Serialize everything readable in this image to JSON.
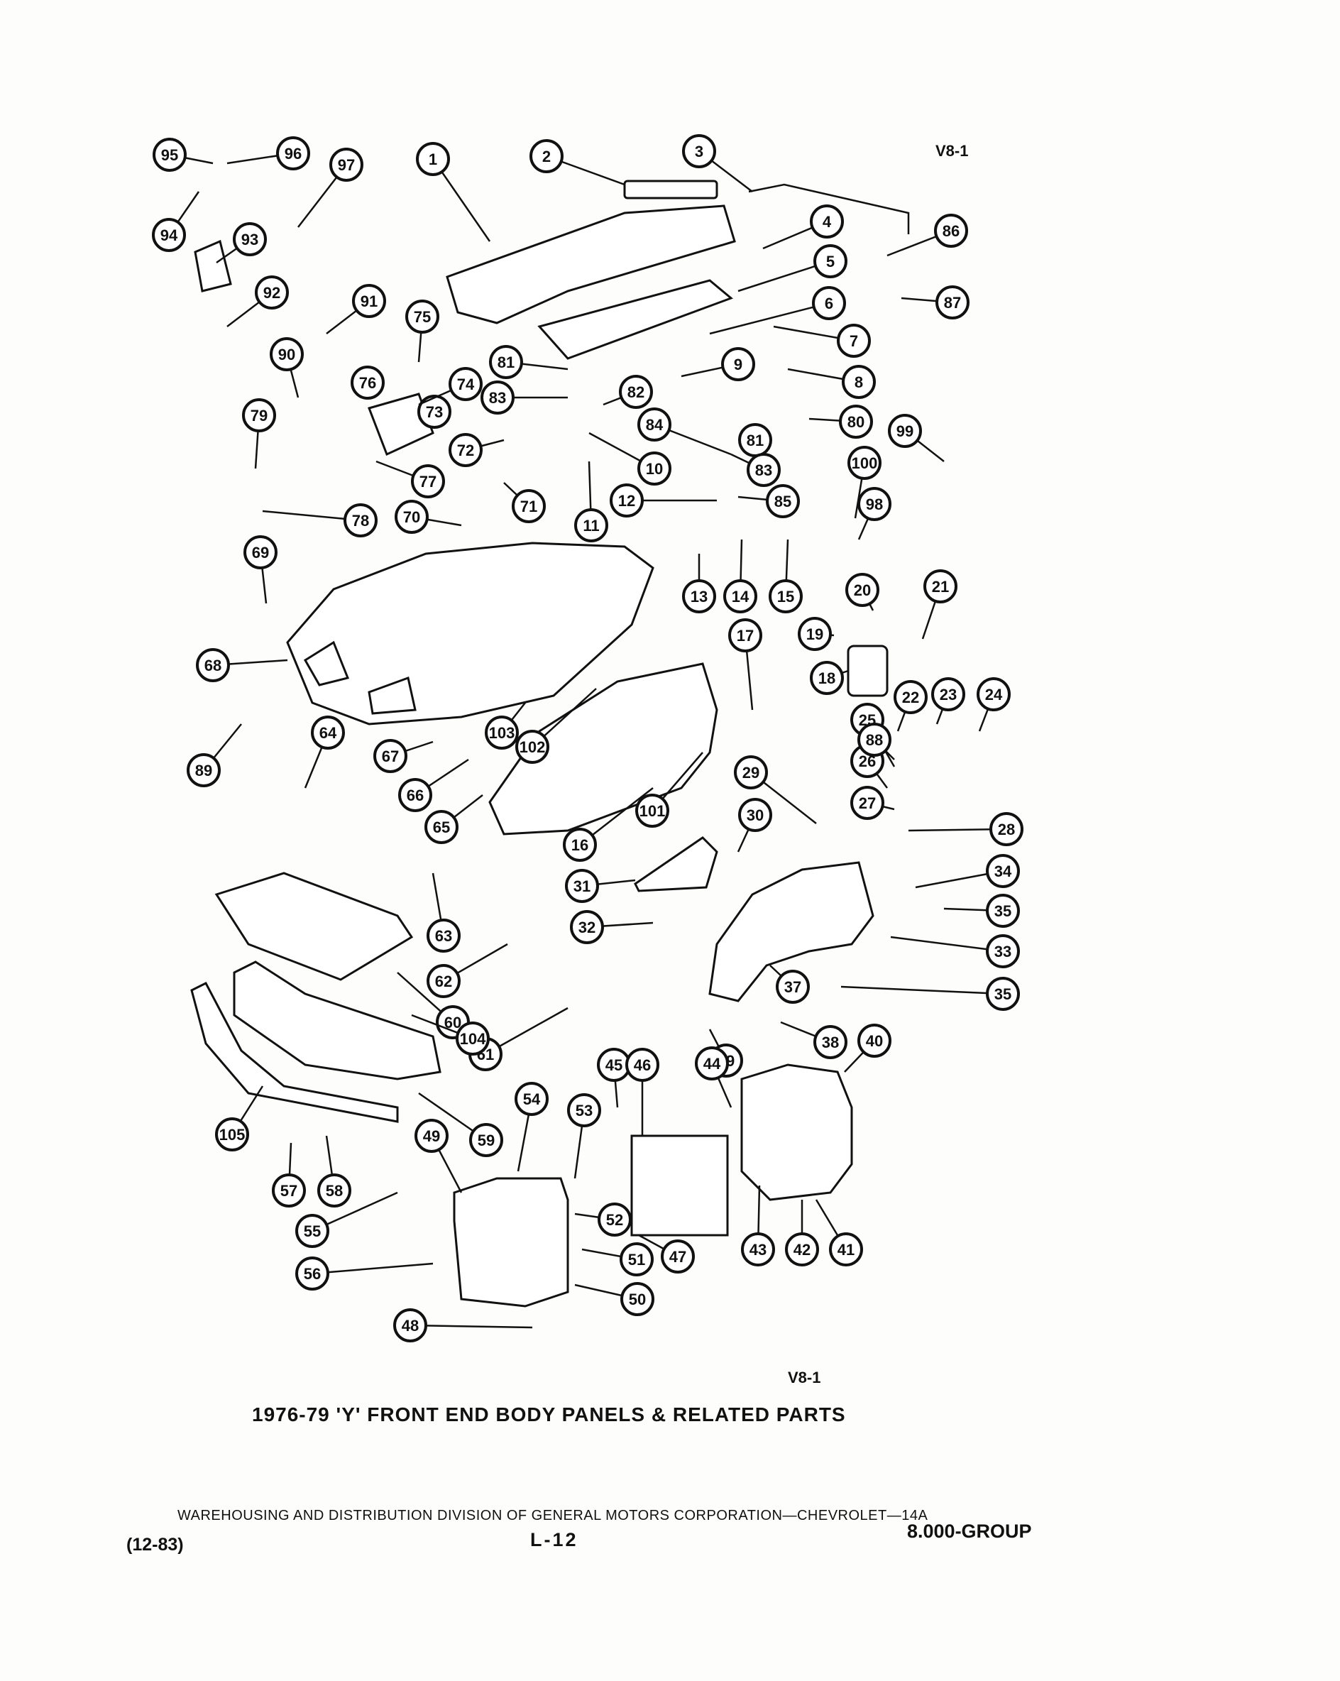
{
  "view_label_top": "V8-1",
  "view_label_bottom": "V8-1",
  "title": "1976-79 'Y' FRONT END BODY PANELS & RELATED PARTS",
  "footer": {
    "division_line": "WAREHOUSING AND DISTRIBUTION DIVISION OF GENERAL MOTORS CORPORATION—CHEVROLET—14A",
    "date": "(12-83)",
    "page_code": "L-12",
    "group": "8.000-GROUP"
  },
  "callouts": [
    "1",
    "2",
    "3",
    "4",
    "5",
    "6",
    "7",
    "8",
    "9",
    "10",
    "11",
    "12",
    "13",
    "14",
    "15",
    "16",
    "17",
    "18",
    "19",
    "20",
    "21",
    "22",
    "23",
    "24",
    "25",
    "26",
    "27",
    "28",
    "29",
    "30",
    "31",
    "32",
    "33",
    "34",
    "35",
    "35",
    "37",
    "38",
    "39",
    "40",
    "41",
    "42",
    "43",
    "44",
    "45",
    "46",
    "47",
    "48",
    "49",
    "50",
    "51",
    "52",
    "53",
    "54",
    "55",
    "56",
    "57",
    "58",
    "59",
    "60",
    "61",
    "62",
    "63",
    "64",
    "65",
    "66",
    "67",
    "68",
    "69",
    "70",
    "71",
    "72",
    "73",
    "74",
    "75",
    "76",
    "77",
    "78",
    "79",
    "80",
    "81",
    "81",
    "82",
    "83",
    "83",
    "84",
    "85",
    "86",
    "87",
    "88",
    "89",
    "90",
    "91",
    "92",
    "93",
    "94",
    "95",
    "96",
    "97",
    "98",
    "99",
    "100",
    "101",
    "102",
    "103",
    "104",
    "105"
  ]
}
